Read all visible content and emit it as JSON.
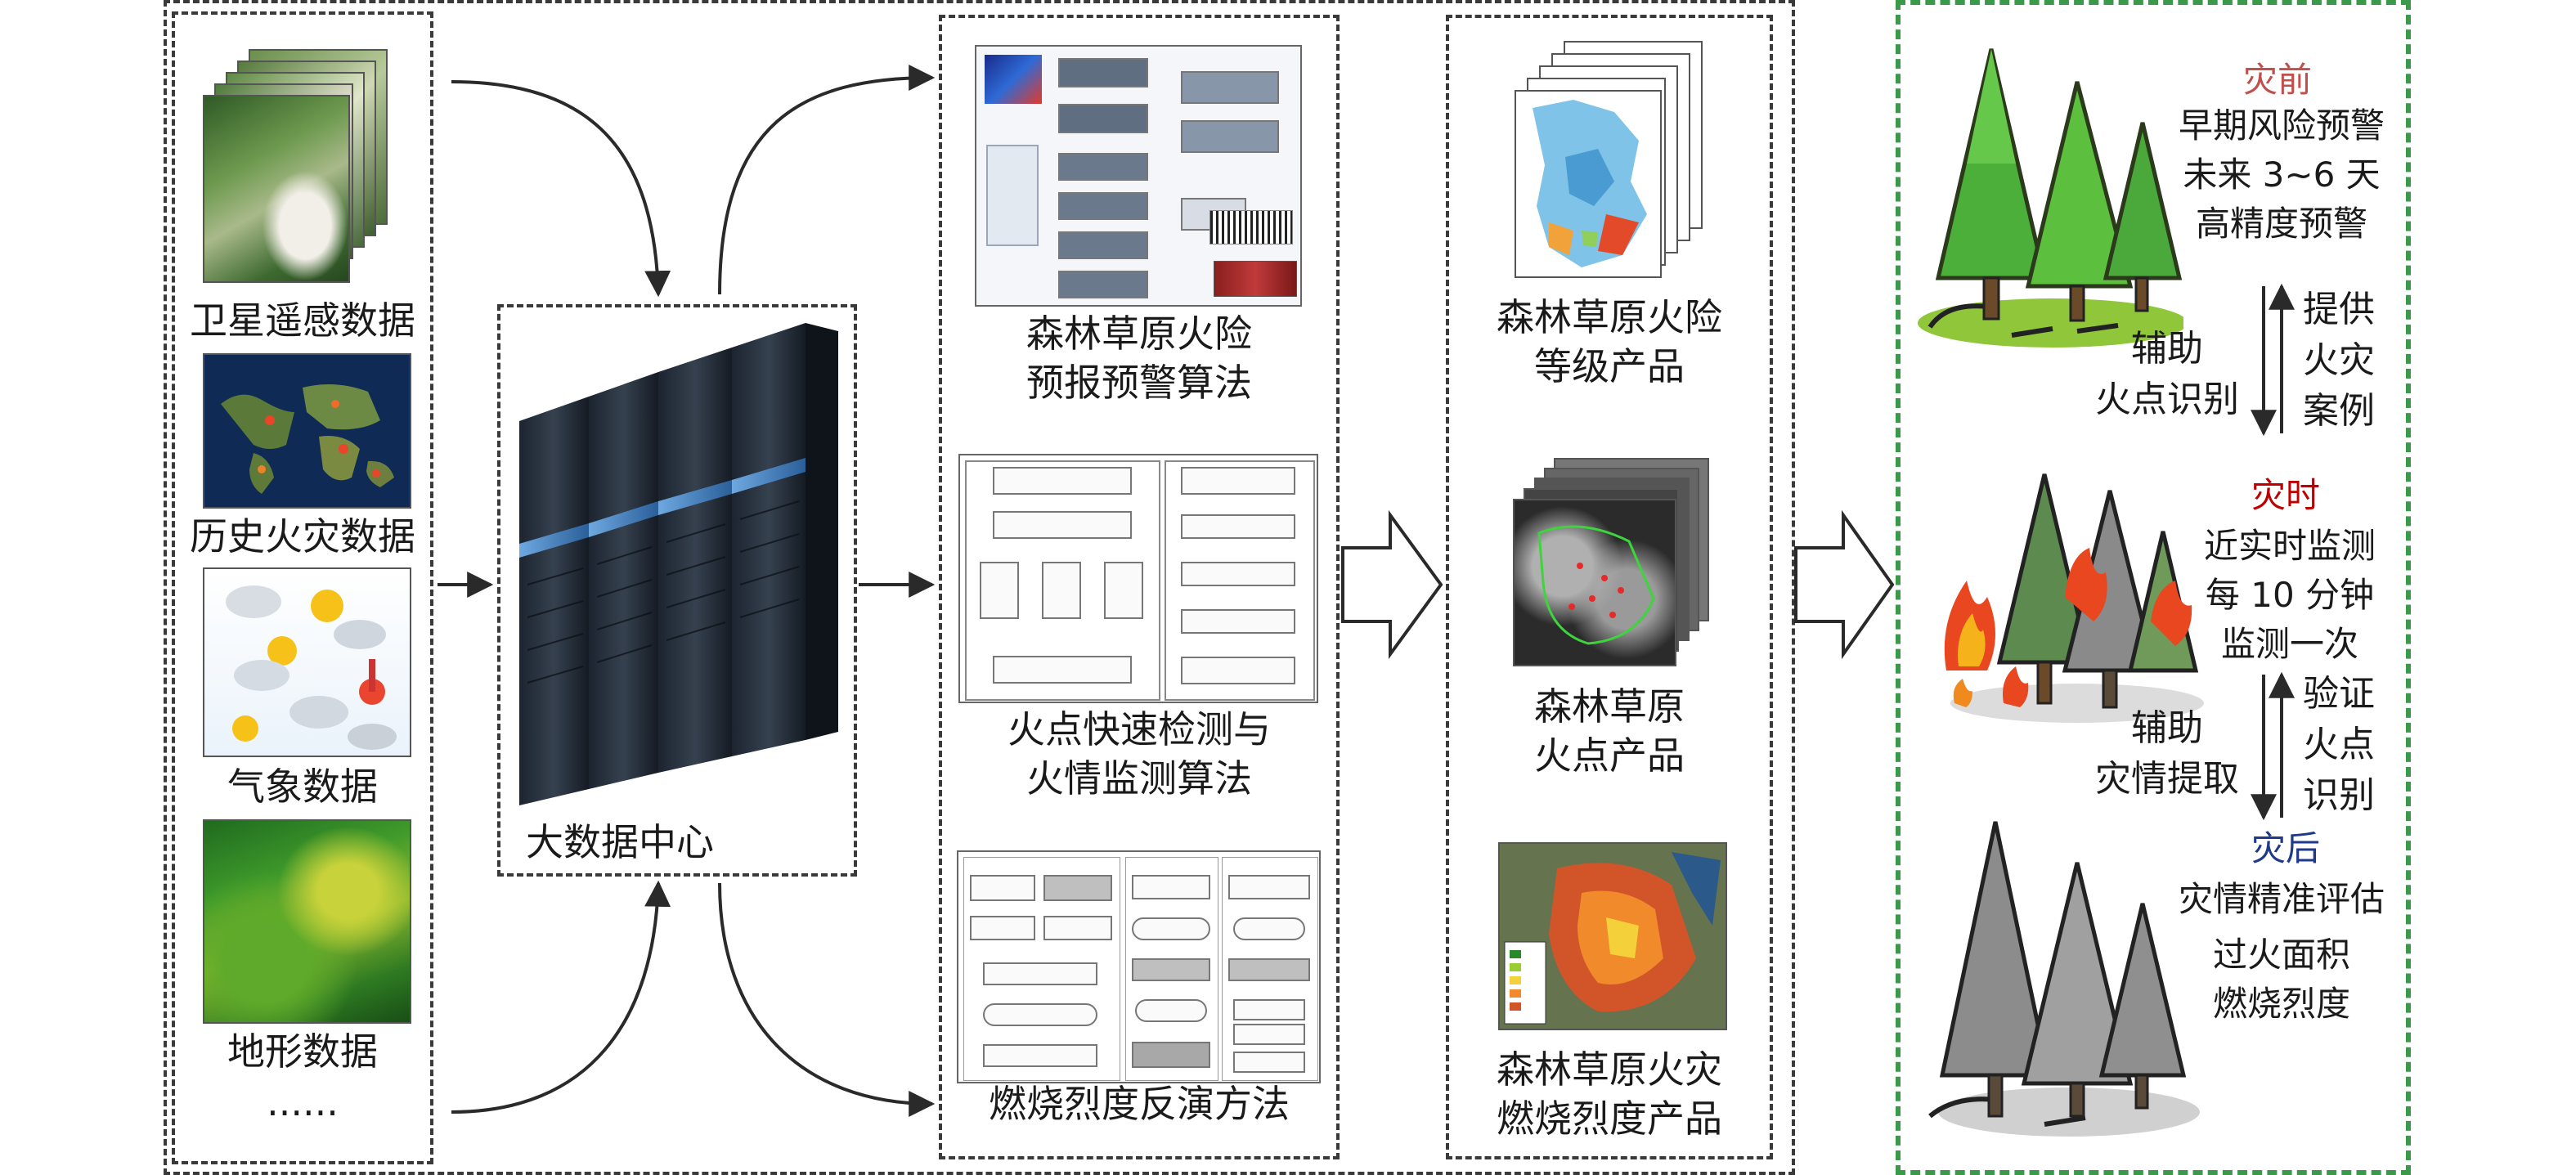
{
  "inputs": {
    "satellite": "卫星遥感数据",
    "history": "历史火灾数据",
    "weather": "气象数据",
    "terrain": "地形数据",
    "more": "......"
  },
  "center": {
    "label": "大数据中心"
  },
  "algorithms": {
    "risk": [
      "森林草原火险",
      "预报预警算法"
    ],
    "fire": [
      "火点快速检测与",
      "火情监测算法"
    ],
    "burn": [
      "燃烧烈度反演方法"
    ]
  },
  "products": {
    "risk": [
      "森林草原火险",
      "等级产品"
    ],
    "fire": [
      "森林草原",
      "火点产品"
    ],
    "burn": [
      "森林草原火灾",
      "燃烧烈度产品"
    ]
  },
  "stages": {
    "before": {
      "title": "灾前",
      "title_color": "#c0504d",
      "lines": [
        "早期风险预警",
        "未来 3~6 天",
        "高精度预警"
      ]
    },
    "link1": {
      "left": [
        "辅助",
        "火点识别"
      ],
      "right": [
        "提供",
        "火灾",
        "案例"
      ]
    },
    "during": {
      "title": "灾时",
      "title_color": "#c00000",
      "lines": [
        "近实时监测",
        "每 10 分钟",
        "监测一次"
      ]
    },
    "link2": {
      "left": [
        "辅助",
        "灾情提取"
      ],
      "right": [
        "验证",
        "火点",
        "识别"
      ]
    },
    "after": {
      "title": "灾后",
      "title_color": "#1f3a8a",
      "lines": [
        "灾情精准评估",
        "过火面积",
        "燃烧烈度"
      ]
    }
  },
  "colors": {
    "box_border": "#3a3a3a",
    "stage_border": "#3a9a4a",
    "arrow": "#2a2a2a"
  }
}
